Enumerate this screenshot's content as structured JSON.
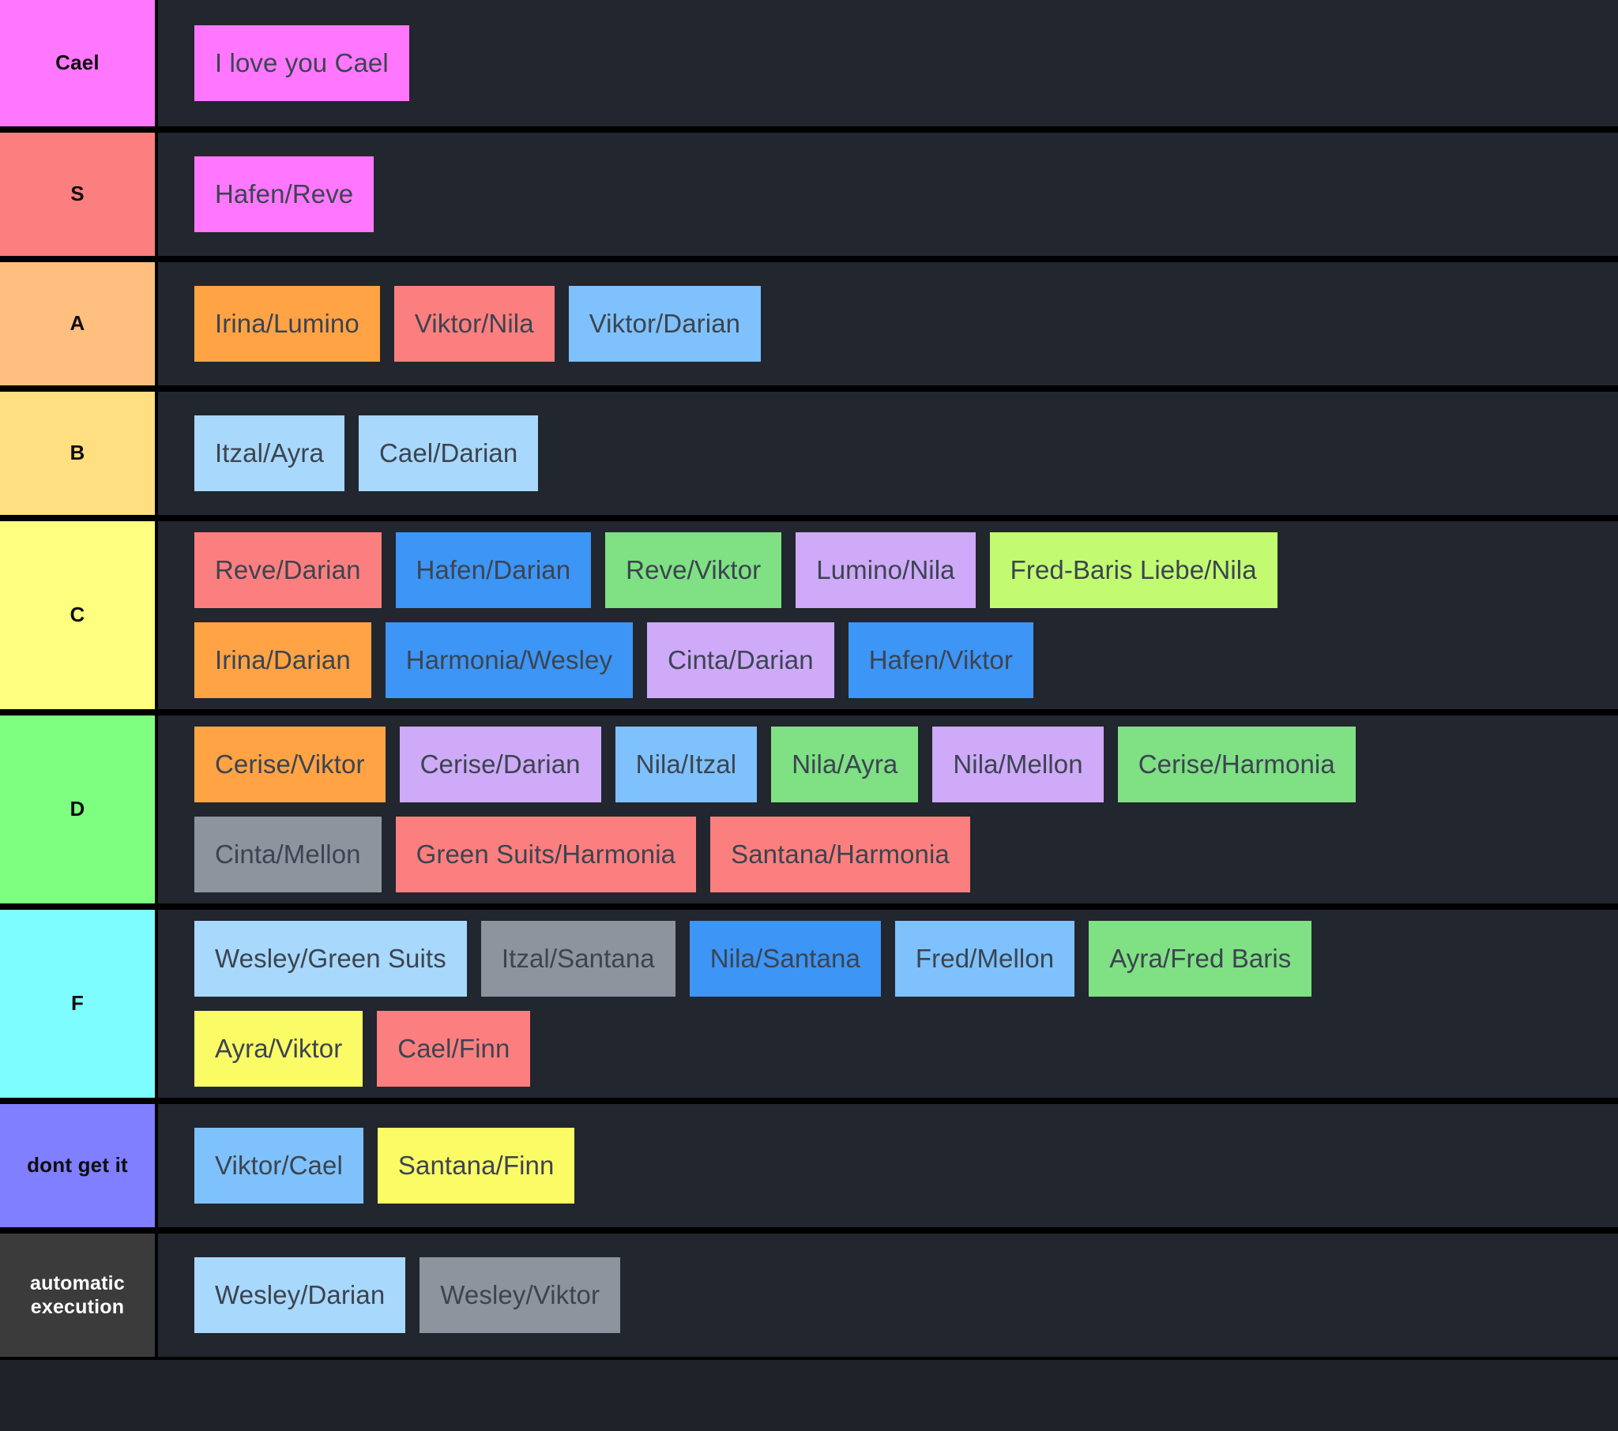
{
  "app": {
    "title": "Tier List",
    "background": "#22262e",
    "divider_color": "#000000",
    "item_text_color": "#3c4450"
  },
  "tiers": [
    {
      "label": "Cael",
      "label_class": "lab-cael",
      "label_color": "#ff77ff",
      "lines": [
        [
          {
            "text": "I love you Cael",
            "color": "#ff77ff",
            "class": "c-magenta"
          }
        ]
      ]
    },
    {
      "label": "S",
      "label_class": "lab-s",
      "label_color": "#fc7f7f",
      "lines": [
        [
          {
            "text": "Hafen/Reve",
            "color": "#ff77ff",
            "class": "c-magenta"
          }
        ]
      ]
    },
    {
      "label": "A",
      "label_class": "lab-a",
      "label_color": "#ffbf7f",
      "lines": [
        [
          {
            "text": "Irina/Lumino",
            "color": "#ffa345",
            "class": "c-orange"
          },
          {
            "text": "Viktor/Nila",
            "color": "#fc7f7f",
            "class": "c-red"
          },
          {
            "text": "Viktor/Darian",
            "color": "#7fc1fc",
            "class": "c-lightblue"
          }
        ]
      ]
    },
    {
      "label": "B",
      "label_class": "lab-b",
      "label_color": "#ffdf80",
      "lines": [
        [
          {
            "text": "Itzal/Ayra",
            "color": "#a8d8fb",
            "class": "c-paleblue"
          },
          {
            "text": "Cael/Darian",
            "color": "#a8d8fb",
            "class": "c-paleblue"
          }
        ]
      ]
    },
    {
      "label": "C",
      "label_class": "lab-c",
      "label_color": "#ffff7f",
      "lines": [
        [
          {
            "text": "Reve/Darian",
            "color": "#fc7f7f",
            "class": "c-red"
          },
          {
            "text": "Hafen/Darian",
            "color": "#3d95f5",
            "class": "c-blue"
          },
          {
            "text": "Reve/Viktor",
            "color": "#7fe084",
            "class": "c-green"
          },
          {
            "text": "Lumino/Nila",
            "color": "#ceaaf8",
            "class": "c-purple"
          },
          {
            "text": "Fred-Baris Liebe/Nila",
            "color": "#c2fb72",
            "class": "c-lime"
          }
        ],
        [
          {
            "text": "Irina/Darian",
            "color": "#ffa345",
            "class": "c-orange"
          },
          {
            "text": "Harmonia/Wesley",
            "color": "#3d95f5",
            "class": "c-blue"
          },
          {
            "text": "Cinta/Darian",
            "color": "#ceaaf8",
            "class": "c-purple"
          },
          {
            "text": "Hafen/Viktor",
            "color": "#3d95f5",
            "class": "c-blue"
          }
        ]
      ]
    },
    {
      "label": "D",
      "label_class": "lab-d",
      "label_color": "#7fff7f",
      "lines": [
        [
          {
            "text": "Cerise/Viktor",
            "color": "#ffa345",
            "class": "c-orange"
          },
          {
            "text": "Cerise/Darian",
            "color": "#ceaaf8",
            "class": "c-purple"
          },
          {
            "text": "Nila/Itzal",
            "color": "#7fc1fc",
            "class": "c-lightblue"
          },
          {
            "text": "Nila/Ayra",
            "color": "#7fe084",
            "class": "c-green"
          },
          {
            "text": "Nila/Mellon",
            "color": "#ceaaf8",
            "class": "c-purple"
          },
          {
            "text": "Cerise/Harmonia",
            "color": "#7fe084",
            "class": "c-green"
          }
        ],
        [
          {
            "text": "Cinta/Mellon",
            "color": "#8e949e",
            "class": "c-gray"
          },
          {
            "text": "Green Suits/Harmonia",
            "color": "#fc7f7f",
            "class": "c-red"
          },
          {
            "text": "Santana/Harmonia",
            "color": "#fc7f7f",
            "class": "c-red"
          }
        ]
      ]
    },
    {
      "label": "F",
      "label_class": "lab-f",
      "label_color": "#7dfdfe",
      "lines": [
        [
          {
            "text": "Wesley/Green Suits",
            "color": "#a8d8fb",
            "class": "c-paleblue"
          },
          {
            "text": "Itzal/Santana",
            "color": "#8e949e",
            "class": "c-gray"
          },
          {
            "text": "Nila/Santana",
            "color": "#3d95f5",
            "class": "c-blue"
          },
          {
            "text": "Fred/Mellon",
            "color": "#7fc1fc",
            "class": "c-lightblue"
          },
          {
            "text": "Ayra/Fred Baris",
            "color": "#7fe084",
            "class": "c-green"
          }
        ],
        [
          {
            "text": "Ayra/Viktor",
            "color": "#fbfb66",
            "class": "c-yellow"
          },
          {
            "text": "Cael/Finn",
            "color": "#fc7f7f",
            "class": "c-red"
          }
        ]
      ]
    },
    {
      "label": "dont get it",
      "label_class": "lab-dontgetit",
      "label_color": "#7f7fff",
      "lines": [
        [
          {
            "text": "Viktor/Cael",
            "color": "#7fc1fc",
            "class": "c-lightblue"
          },
          {
            "text": "Santana/Finn",
            "color": "#fbfb66",
            "class": "c-yellow"
          }
        ]
      ]
    },
    {
      "label": "automatic execution",
      "label_class": "lab-auto",
      "label_color": "#3b3b3b",
      "lines": [
        [
          {
            "text": "Wesley/Darian",
            "color": "#a8d8fb",
            "class": "c-paleblue"
          },
          {
            "text": "Wesley/Viktor",
            "color": "#8e949e",
            "class": "c-gray"
          }
        ]
      ]
    }
  ]
}
